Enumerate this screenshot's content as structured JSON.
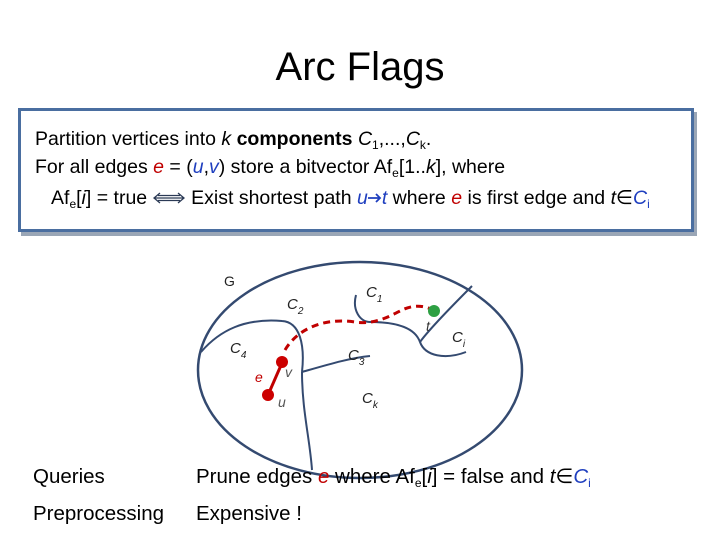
{
  "title": "Arc Flags",
  "definition": {
    "line1": {
      "text_a": "Partition vertices into ",
      "k": "k",
      "text_b": " components ",
      "c_first": "C",
      "c_first_sub": "1",
      "text_c": ",...,",
      "c_last": "C",
      "c_last_sub": "k",
      "period": "."
    },
    "line2": {
      "text_a": "For all edges ",
      "e": "e",
      "eq": " = (",
      "u": "u",
      "comma": ",",
      "v": "v",
      "text_b": ") store a bitvector Af",
      "af_sub": "e",
      "text_c": "[1..",
      "k": "k",
      "text_d": "], where"
    },
    "line3": {
      "af": "Af",
      "af_sub": "e",
      "text_a": "[",
      "i": "i",
      "text_b": "] = true",
      "text_c": "Exist shortest path ",
      "u": "u",
      "t1": "t",
      "text_d": " where ",
      "e": "e",
      "text_e": " is first edge and ",
      "t2": "t",
      "elem": "∈",
      "c": "C",
      "c_sub": "i"
    }
  },
  "diagram": {
    "graph_label": "G",
    "regions": [
      {
        "name": "C",
        "sub": "1"
      },
      {
        "name": "C",
        "sub": "2"
      },
      {
        "name": "C",
        "sub": "3"
      },
      {
        "name": "C",
        "sub": "4"
      },
      {
        "name": "C",
        "sub": "k"
      },
      {
        "name": "C",
        "sub": "i"
      }
    ],
    "nodes": {
      "u": "u",
      "v": "v",
      "t": "t"
    },
    "edge_label": "e",
    "colors": {
      "boundary": "#344a70",
      "path": "#c00000",
      "node_red": "#cc0000",
      "node_green": "#2ea043"
    }
  },
  "queries": {
    "label": "Queries",
    "text_a": "Prune edges ",
    "e": "e",
    "text_b": " where Af",
    "af_sub": "e",
    "text_c": "[",
    "i": "i",
    "text_d": "] = false and ",
    "t": "t",
    "elem": "∈",
    "c": "C",
    "c_sub": "i"
  },
  "preprocessing": {
    "label": "Preprocessing",
    "text": "Expensive !"
  }
}
